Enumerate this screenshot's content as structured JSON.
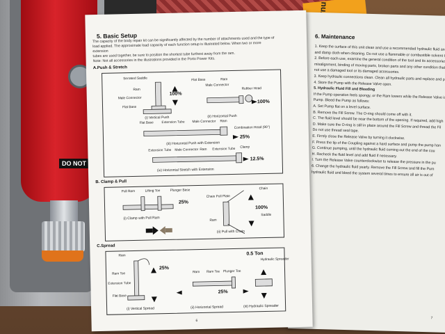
{
  "jack": {
    "warning_label": "DO NOT"
  },
  "sticker": {
    "text": "Warnu"
  },
  "left_page": {
    "section_title": "5. Basic Setup",
    "intro_lines": [
      "The capacity of the body repair kit can be significantly affected by the number of attachments used and the type of",
      "load applied. The approximate load capacity of each function setup is illustrated below. When two or more",
      "extension",
      "tubes are used together, be sure to position the shortest tube furthest away from the ram.",
      "Note: Not all accessories in the illustrations provided in the Porto Power Kits."
    ],
    "subsections": {
      "push": "A.Push & Stretch",
      "clamp": "B. Clamp & Pull",
      "spread": "C.Spread"
    },
    "push": {
      "labels": [
        "Serrated Saddle",
        "Ram",
        "Male Connector",
        "Flat Base",
        "Flat Base",
        "Male Connector",
        "Ram",
        "Rubber Head",
        "Flat Base",
        "Extension Tube",
        "Male Connector",
        "Ram",
        "Combination Head (90°)",
        "Extension Tube",
        "Male Connector",
        "Ram",
        "Extension Tube",
        "Clamp"
      ],
      "captions": [
        "(i) Vertical Push",
        "(ii) Horizontal Push",
        "(iii) Horizontal Push with Extension",
        "(iv) Horizontal Stretch with Extension"
      ],
      "percents": [
        "100%",
        "100%",
        "25%",
        "12.5%"
      ]
    },
    "clamp": {
      "labels": [
        "Pull Ram",
        "Lifting Toe",
        "Plunger Base",
        "Chain Pull Plate",
        "Chain",
        "Ram",
        "Saddle"
      ],
      "captions": [
        "(i) Clamp with Pull Ram",
        "(ii) Pull with Chain"
      ],
      "percents": [
        "25%",
        "100%"
      ]
    },
    "spread": {
      "labels": [
        "Ram",
        "Ram Toe",
        "Extension Tube",
        "Flat Base",
        "Ram",
        "Ram Toe",
        "Plunger Toe",
        "Hydraulic Spreader"
      ],
      "captions": [
        "(i) Vertical Spread",
        "(ii) Horizontal Spread",
        "(iii) Hydraulic Spreader"
      ],
      "percents": [
        "25%",
        "25%",
        "0.5 Ton"
      ]
    },
    "page_number": "6"
  },
  "right_page": {
    "section_title": "6. Maintenance",
    "lines": [
      "1. Keep the surface of this unit clean and use a recommended hydraulic fluid and grease. Use",
      "and damp cloth when cleaning. Do not use a flammable or combustible solvent to clean t",
      "2. Before each use, examine the general condition of the tool and its accessories. Check f",
      "misalignment, binding of moving parts, broken parts and any other condition that may a",
      "not use a damaged tool or its damaged accessories.",
      "3. Keep hydraulic connections clean. Clean all hydraulic parts and replace and plugs re",
      "4. Store the Pump with the Release Valve open.",
      "5. Hydraulic Fluid Fill and Bleeding",
      "If the Pump operation feels spongy, or the Ram lowers while the Release Valve is cl",
      "Pump. Bleed the Pump as follows:",
      "A. Set Pump flat on a level surface.",
      "B. Remove the Fill Screw. The O-ring should come off with it.",
      "C. The fluid level should be near the bottom of the opening. If required, add high",
      "D. Make sure the O-ring is still in place around the Fill Screw and thread the Fil",
      "Do not use thread seal tape.",
      "E. Firmly close the Release Valve by turning it clockwise.",
      "F. Press the tip of the Coupling against a hard surface and pump the pump han",
      "G. Continue pumping, until the hydraulic fluid coming out the end of the cou",
      "H. Recheck the fluid level and add fluid if necessary.",
      "I. Turn the Release Valve counterclockwise to release the pressure in the pu",
      "6. Change the hydraulic fluid yearly. Remove the Fill Screw and fill the Pum",
      "hydraulic fluid and bleed the system several times to ensure all air is out of"
    ],
    "page_number": "7"
  }
}
